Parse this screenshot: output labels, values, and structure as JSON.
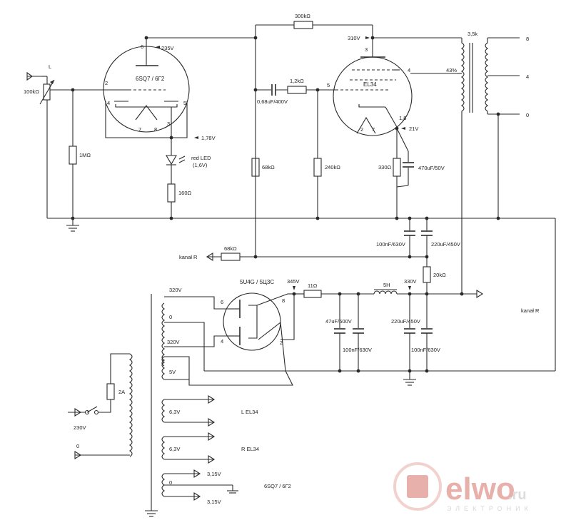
{
  "tubes": {
    "driver": "6SQ7 / 6Г2",
    "output": "EL34",
    "rectifier": "5U4G / 5Ц3С"
  },
  "pins": {
    "d2": "2",
    "d4": "4",
    "d5": "5",
    "d6": "6",
    "d7": "7",
    "d8": "8",
    "d3": "3",
    "o3": "3",
    "o4": "4",
    "o5": "5",
    "o18": "1,8",
    "o2": "2",
    "o7": "7",
    "r6": "6",
    "r4": "4",
    "r8": "8",
    "r2": "2"
  },
  "labels": {
    "input_L": "L",
    "pot": "100kΩ",
    "r1m": "1MΩ",
    "v235": "235V",
    "v178": "1,78V",
    "led": "red LED",
    "led_v": "(1,6V)",
    "r160": "160Ω",
    "r300k": "300kΩ",
    "v310": "310V",
    "c068": "0,68uF/400V",
    "r12k": "1,2kΩ",
    "r68k_a": "68kΩ",
    "r240k": "240kΩ",
    "r330": "330Ω",
    "c470": "470uF/50V",
    "v21": "21V",
    "tap43": "43%",
    "opt_z": "3,5k",
    "out8": "8",
    "out4": "4",
    "out0": "0",
    "c100n_a": "100nF/630V",
    "c220_a": "220uF/450V",
    "kanal_R_left": "kanał  R",
    "r68k_b": "68kΩ",
    "r20k": "20kΩ",
    "kanal_R_right": "kanał  R",
    "v345": "345V",
    "r11": "11Ω",
    "choke": "5H",
    "v330": "330V",
    "c47": "47uF/500V",
    "c100n_b": "100nF/630V",
    "c220_b": "220uF/450V",
    "c100n_c": "100nF/630V",
    "t320a": "320V",
    "t0": "0",
    "t320b": "320V",
    "t5v": "5V",
    "fuse": "2A",
    "mains": "230V",
    "mains0": "0",
    "h63a": "6,3V",
    "h63b": "6,3V",
    "h315a": "3,15V",
    "h0": "0",
    "h315b": "3,15V",
    "heat_L": "L EL34",
    "heat_R": "R EL34",
    "heat_drv": "6SQ7 / 6Г2"
  },
  "logo": {
    "brand_main": "elwo",
    "brand_suffix": ".ru",
    "tagline": "ЭЛЕКТРОНИК",
    "accent": "#e8b0aa"
  }
}
